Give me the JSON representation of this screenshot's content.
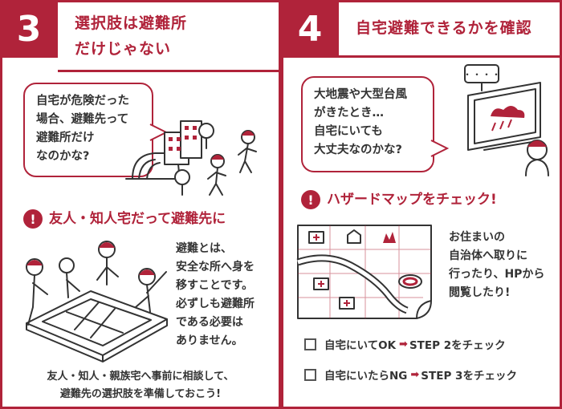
{
  "panel3": {
    "number": "3",
    "title_lines": [
      "選択肢は避難所",
      "だけじゃない"
    ],
    "bubble_lines": [
      "自宅が危険だった",
      "場合、避難先って",
      "避難所だけ",
      "なのかな?"
    ],
    "exclamation": "!",
    "subheading": "友人・知人宅だって避難先に",
    "body_lines": [
      "避難とは、",
      "安全な所へ身を",
      "移すことです。",
      "必ずしも避難所",
      "である必要は",
      "ありません。"
    ],
    "footer_lines": [
      "友人・知人・親族宅へ事前に相談して、",
      "避難先の選択肢を準備しておこう!"
    ]
  },
  "panel4": {
    "number": "4",
    "title": "自宅避難できるかを確認",
    "bubble_lines": [
      "大地震や大型台風",
      "がきたとき…",
      "自宅にいても",
      "大丈夫なのかな?"
    ],
    "exclamation": "!",
    "subheading": "ハザードマップをチェック!",
    "body_lines": [
      "お住まいの",
      "自治体へ取りに",
      "行ったり、HPから",
      "閲覧したり!"
    ],
    "checks": [
      {
        "text": "自宅にいてOK",
        "arrow": "➡",
        "step": "STEP 2をチェック"
      },
      {
        "text": "自宅にいたらNG",
        "arrow": "➡",
        "step": "STEP 3をチェック"
      }
    ],
    "tv_balloon": "・・・・"
  },
  "colors": {
    "accent": "#b0233a",
    "text": "#333333"
  }
}
